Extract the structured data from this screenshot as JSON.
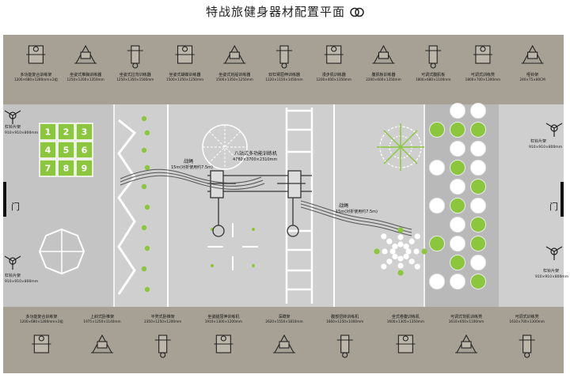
{
  "title": "特战旅健身器材配置平面",
  "colors": {
    "frame": "#a7a195",
    "court": "#cfcfcf",
    "band": "#b7b7b7",
    "green": "#8cc63f",
    "white": "#ffffff",
    "door": "#111111"
  },
  "top_equipment": [
    {
      "name": "多功能复合训练架",
      "size": "1200×680×1280mm×2组"
    },
    {
      "name": "坐姿式推胸训练器",
      "size": "1250×1200×1350mm"
    },
    {
      "name": "坐姿式拉背训练器",
      "size": "1250×1350×1500mm"
    },
    {
      "name": "坐姿式蝴蝶训练器",
      "size": "1500×1350×1250mm"
    },
    {
      "name": "坐姿式划船训练器",
      "size": "1500×1350×1250mm"
    },
    {
      "name": "双杠臂屈伸训练器",
      "size": "1220×1150×1450mm"
    },
    {
      "name": "漫步机训练器",
      "size": "1200×400×1350mm"
    },
    {
      "name": "腹肌板训练器",
      "size": "2200×600×1350mm"
    },
    {
      "name": "可调式腹肌板",
      "size": "1800×680×1100mm"
    },
    {
      "name": "可调式训练凳",
      "size": "1800×700×1300mm"
    },
    {
      "name": "哑铃架",
      "size": "240×75×80CM"
    }
  ],
  "bottom_equipment": [
    {
      "name": "多功能复合训练架",
      "size": "1200×680×1280mm×2组"
    },
    {
      "name": "上斜式卧推架",
      "size": "1975×1250×1140mm"
    },
    {
      "name": "平凳式卧推架",
      "size": "2350×1250×1200mm"
    },
    {
      "name": "坐姿腿屈伸训练机",
      "size": "1910×1300×1200mm"
    },
    {
      "name": "深蹲架",
      "size": "2620×1550×1810mm"
    },
    {
      "name": "腹部扭转训练机",
      "size": "1660×1250×1000mm"
    },
    {
      "name": "坐式卷腹训练机",
      "size": "1600×1305×1350mm"
    },
    {
      "name": "可调式背肌训练凳",
      "size": "1610×650×1100mm"
    },
    {
      "name": "可调式训练凳",
      "size": "1610×700×1300mm"
    }
  ],
  "side_equipment": {
    "left_top": {
      "name": "杠铃片架",
      "size": "910×910×800mm"
    },
    "left_bottom": {
      "name": "杠铃片架",
      "size": "910×910×800mm"
    },
    "right_top": {
      "name": "杠铃片架",
      "size": "910×910×800mm"
    },
    "right_bottom": {
      "name": "杠铃片架",
      "size": "910×910×800mm"
    }
  },
  "center": {
    "station_name": "八站式多功能训练机",
    "station_size": "4780×3700×2310mm",
    "rope_left": "战绳",
    "rope_left_note": "15m(对折使用约7.5m)",
    "rope_right": "战绳",
    "rope_right_note": "15m(对折使用约7.5m)"
  },
  "door_label": "门",
  "agility_grid": [
    [
      "1",
      "4",
      "7"
    ],
    [
      "2",
      "5",
      "8"
    ],
    [
      "3",
      "6",
      "9"
    ]
  ]
}
